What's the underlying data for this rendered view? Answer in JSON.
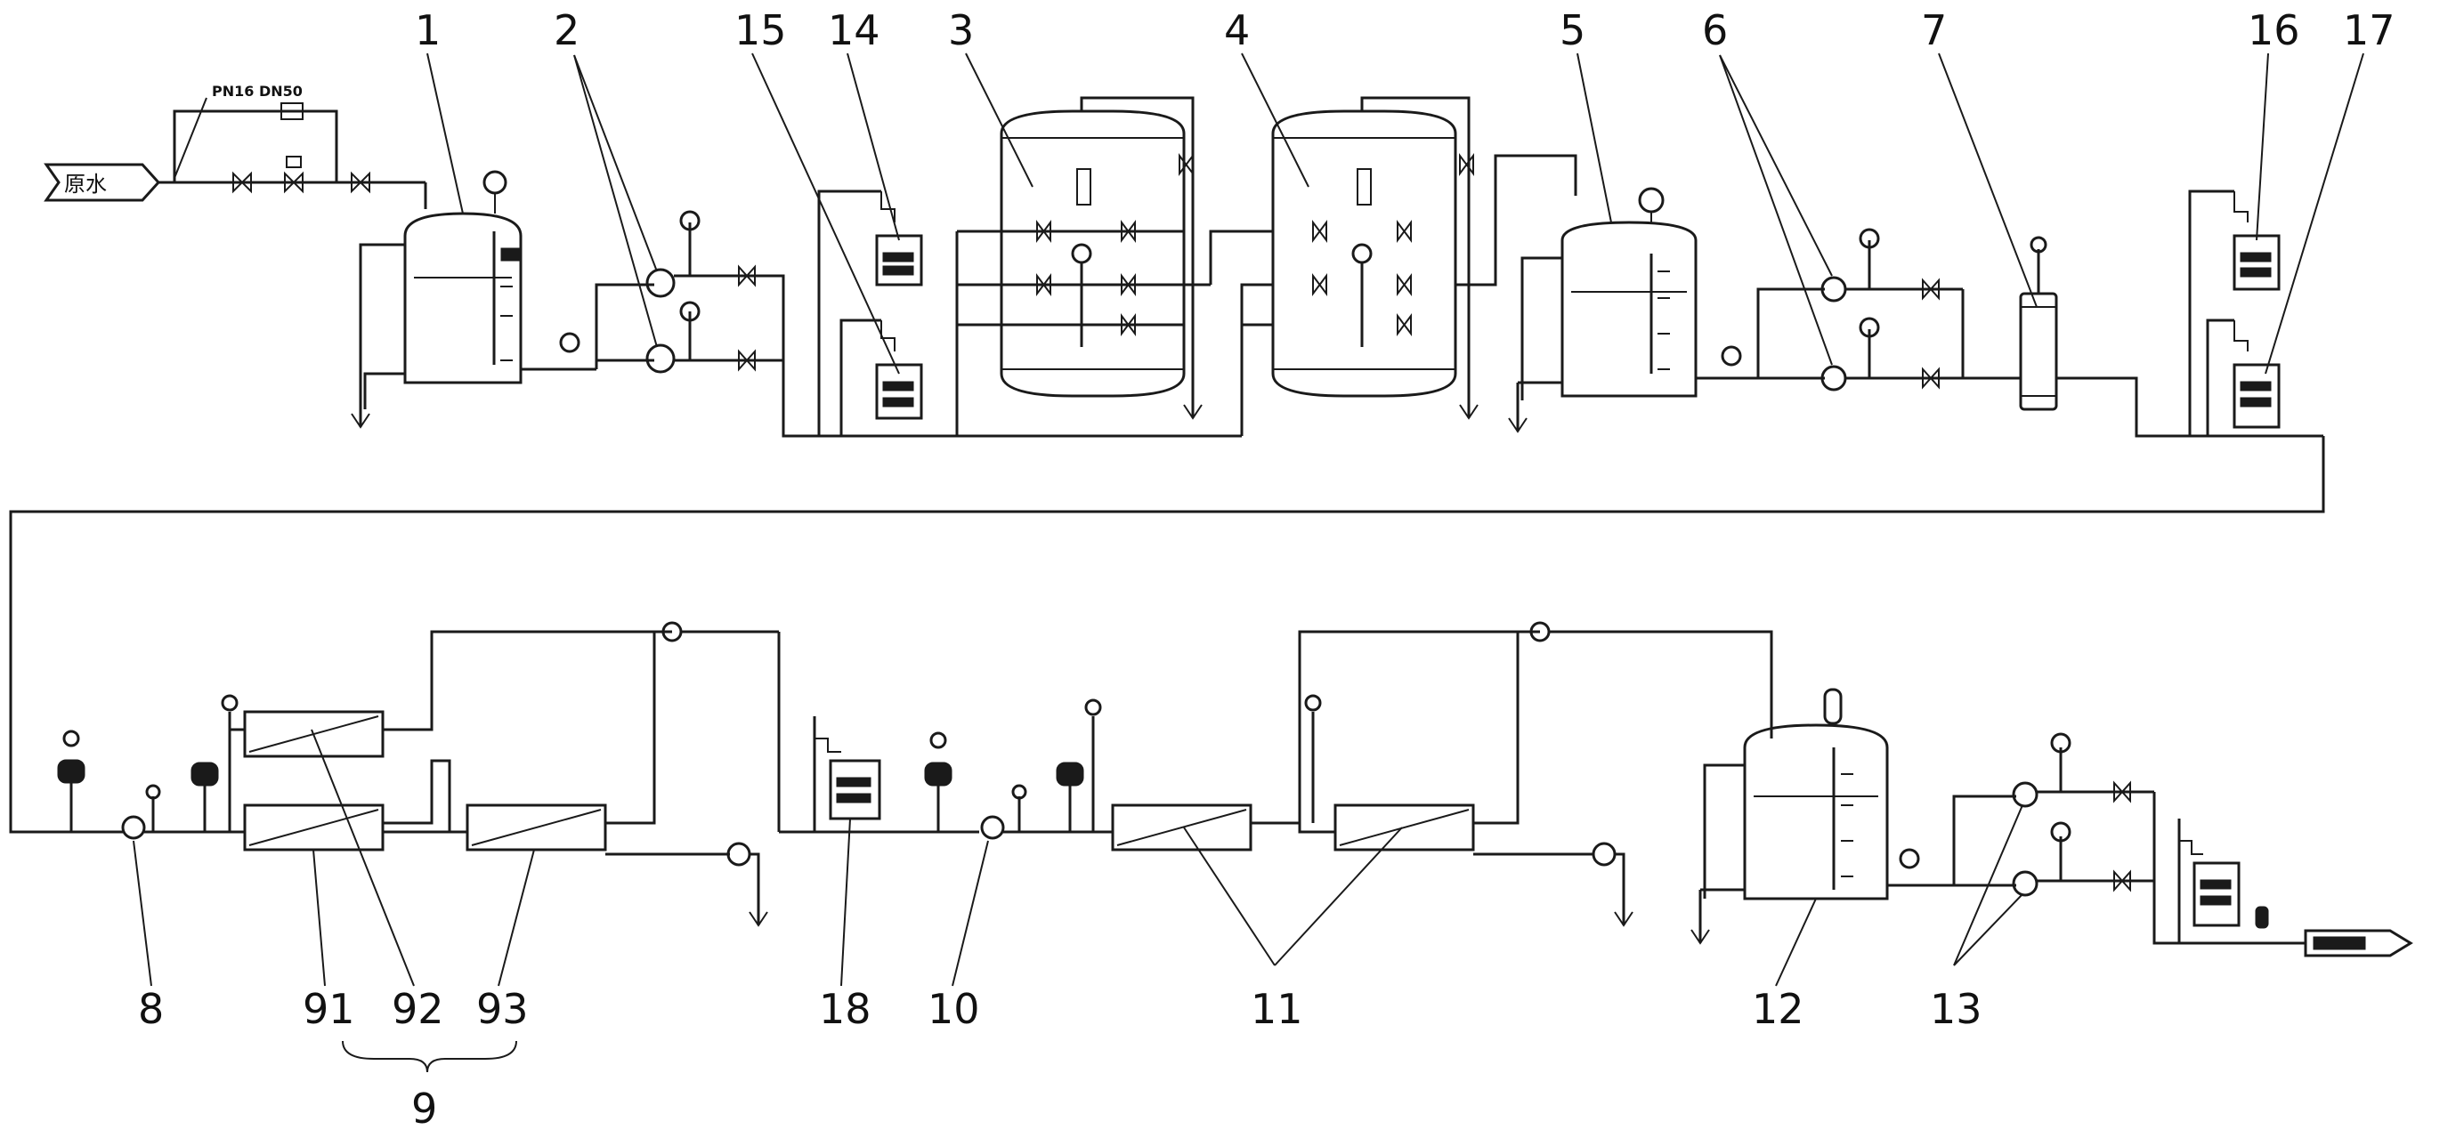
{
  "inlet": {
    "label": "原水",
    "pipe_spec": "PN16 DN50"
  },
  "reference_numbers": {
    "n1": "1",
    "n2": "2",
    "n3": "3",
    "n4": "4",
    "n5": "5",
    "n6": "6",
    "n7": "7",
    "n8": "8",
    "n9": "9",
    "n10": "10",
    "n11": "11",
    "n12": "12",
    "n13": "13",
    "n14": "14",
    "n15": "15",
    "n16": "16",
    "n17": "17",
    "n18": "18",
    "n91": "91",
    "n92": "92",
    "n93": "93"
  }
}
